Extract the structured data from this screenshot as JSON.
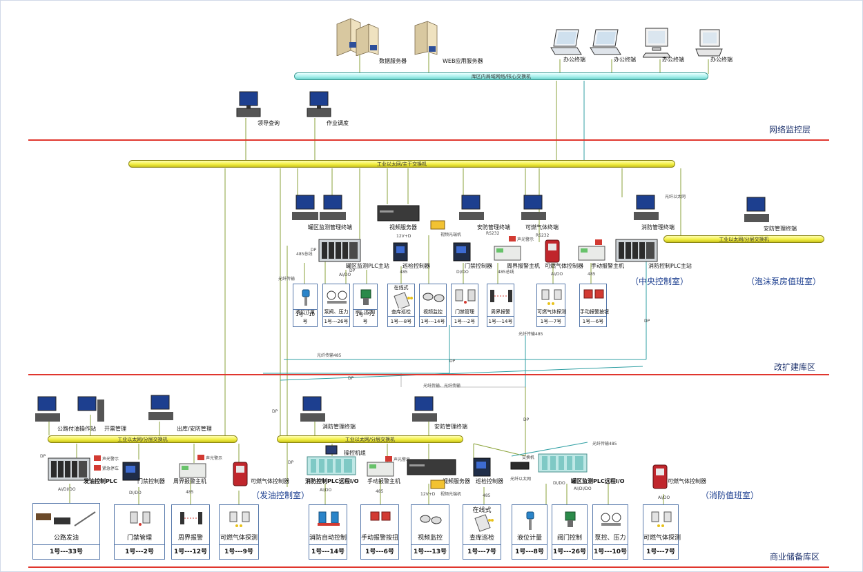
{
  "zones": {
    "network": "网络监控层",
    "expansion": "改扩建库区",
    "commercial": "商业储备库区"
  },
  "buses": {
    "core": "库区内局域网络/核心交换机",
    "trunk": "工业以太网/主干交换机",
    "foam": "工业以太网/分层交换机",
    "oil": "工业以太网/分层交换机",
    "fire": "工业以太网/分层交换机"
  },
  "servers": {
    "data": "数据服务器",
    "web": "WEB应用服务器"
  },
  "office": [
    "办公终端",
    "办公终端",
    "办公终端",
    "办公终端"
  ],
  "top_terminals": [
    "领导查询",
    "作业调度"
  ],
  "central": {
    "tank_terminal": "罐区监测管理终端",
    "video_server": "视频服务器",
    "security_terminal": "安防管理终端",
    "gas_terminal": "可燃气体终端",
    "fire_terminal": "消防管理终端",
    "tank_plc": "罐区监测PLC主站",
    "patrol_ctrl": "巡检控制器",
    "access_ctrl": "门禁控制器",
    "perimeter_host": "周界报警主机",
    "gas_ctrl": "可燃气体控制器",
    "manual_host": "手动报警主机",
    "fire_plc": "消防控制PLC主站",
    "video_fiber": "视频光端机",
    "room": "（中央控制室）"
  },
  "foam_room": {
    "terminal": "安防管理终端",
    "room": "（泡沫泵房值班室）"
  },
  "central_boxes": [
    {
      "label": "液位计量",
      "count": "1号---10号"
    },
    {
      "label": "泵阀、压力",
      "count": "1号---26号"
    },
    {
      "label": "阀门控制",
      "count": "1号---72号"
    },
    {
      "label": "查库巡检",
      "count": "1号---8号",
      "extra": "在线式"
    },
    {
      "label": "视频监控",
      "count": "1号---14号"
    },
    {
      "label": "门禁管理",
      "count": "1号---2号"
    },
    {
      "label": "周界报警",
      "count": "1号---14号"
    },
    {
      "label": "可燃气体探测",
      "count": "1号---7号"
    },
    {
      "label": "手动报警按钮",
      "count": "1号---6号"
    }
  ],
  "small_labels": {
    "ai_do": "AI/DO",
    "ai_di_do": "AI/DI/DO",
    "di_do": "DI/DO",
    "dp": "DP",
    "r485": "485",
    "r485_bus": "485总线",
    "rs232": "RS232",
    "v12": "12V+D",
    "fiber485": "光纤传输485",
    "fiber_ring": "光纤以太网",
    "fiber_video": "光纤传输",
    "fiber_cable": "光纤传输、光纤传输",
    "sound_light": "声光警示",
    "emergency_stop": "紧急停车"
  },
  "oil_area": {
    "terminal1": "公路付油操作站",
    "terminal2": "开票管理",
    "terminal3": "出库/安防管理",
    "plc": "发油控制PLC",
    "access_ctrl": "门禁控制器",
    "perimeter_host": "周界报警主机",
    "gas_ctrl": "可燃气体控制器",
    "room": "（发油控制室）"
  },
  "fire_area": {
    "terminal1": "消防管理终端",
    "terminal2": "安防管理终端",
    "touch": "操控机组",
    "plc_io": "消防控制PLC远程I/O",
    "manual_host": "手动报警主机",
    "video_server": "视频服务器",
    "patrol_ctrl": "巡检控制器",
    "fiber": "视频光端机",
    "tank_io": "罐区监测PLC远程I/O",
    "net_sw": "交换机",
    "gas_ctrl": "可燃气体控制器",
    "room": "（消防值班室）"
  },
  "bottom_boxes": [
    {
      "label": "公路发油",
      "count": "1号---33号"
    },
    {
      "label": "门禁管理",
      "count": "1号---2号"
    },
    {
      "label": "周界报警",
      "count": "1号---12号"
    },
    {
      "label": "可燃气体探测",
      "count": "1号---9号"
    },
    {
      "label": "消防自动控制",
      "count": "1号---14号"
    },
    {
      "label": "手动报警按扭",
      "count": "1号---6号"
    },
    {
      "label": "视频监控",
      "count": "1号---13号"
    },
    {
      "label": "查库巡检",
      "count": "1号---7号",
      "extra": "在线式"
    },
    {
      "label": "液位计量",
      "count": "1号---8号"
    },
    {
      "label": "阀门控制",
      "count": "1号---26号"
    },
    {
      "label": "泵控、压力",
      "count": "1号---10号"
    },
    {
      "label": "可燃气体探测",
      "count": "1号---7号"
    }
  ],
  "colors": {
    "red_line": "#e0362e",
    "bus_yellow": "#f2ee44",
    "bus_cyan": "#a8f0ec",
    "wire_green": "#8aa238",
    "wire_teal": "#2f9fa3"
  }
}
